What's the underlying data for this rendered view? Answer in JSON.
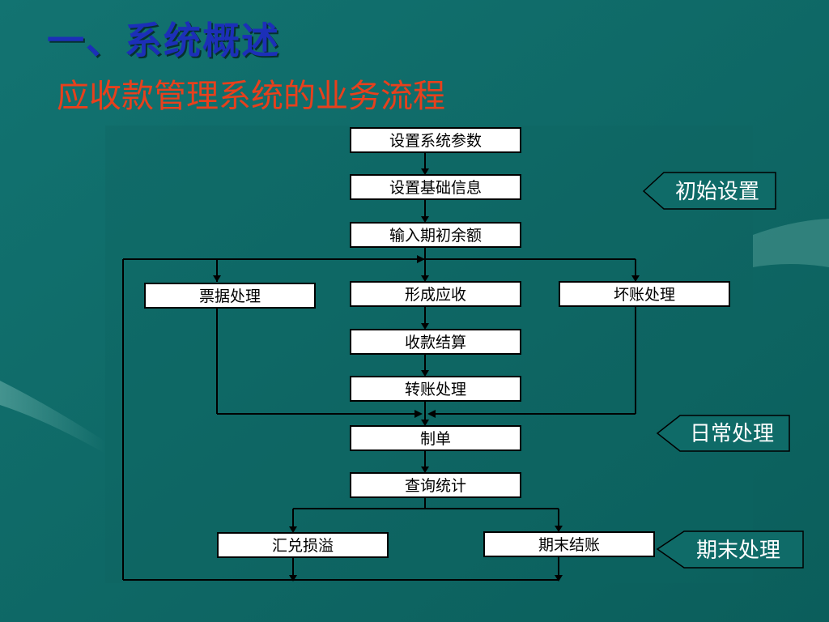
{
  "title": "一、系统概述",
  "subtitle": "应收款管理系统的业务流程",
  "steps": {
    "set_params": "设置系统参数",
    "set_basic": "设置基础信息",
    "input_opening": "输入期初余额",
    "bills": "票据处理",
    "receivable": "形成应收",
    "bad_debt": "坏账处理",
    "settlement": "收款结算",
    "transfer": "转账处理",
    "voucher": "制单",
    "query": "查询统计",
    "exchange": "汇兑损溢",
    "period_close": "期末结账"
  },
  "phases": {
    "initial": "初始设置",
    "daily": "日常处理",
    "period_end": "期末处理"
  }
}
